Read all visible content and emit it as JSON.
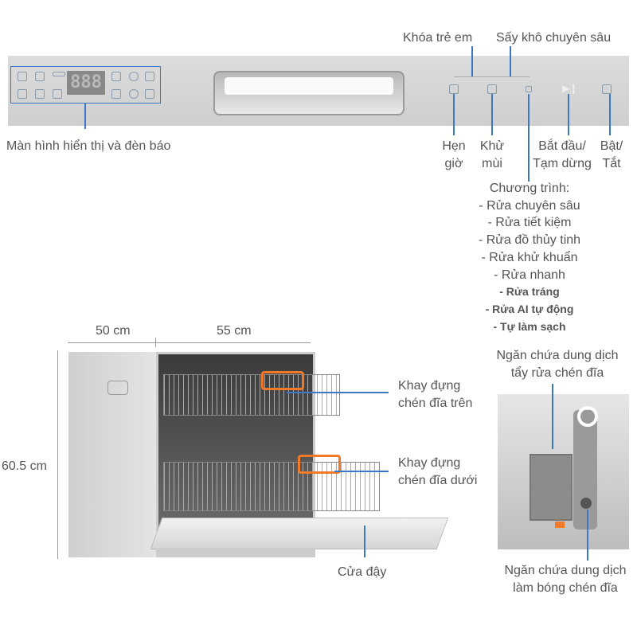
{
  "panel": {
    "display_digits": "888",
    "top_labels": {
      "child_lock": "Khóa trẻ em",
      "deep_dry": "Sấy khô chuyên sâu"
    },
    "display_label": "Màn hình hiển thị và đèn báo",
    "buttons": [
      {
        "line1": "Hẹn",
        "line2": "giờ"
      },
      {
        "line1": "Khử",
        "line2": "mùi"
      },
      {
        "line1": "Bắt đầu/",
        "line2": "Tạm dừng"
      },
      {
        "line1": "Bật/",
        "line2": "Tắt"
      }
    ],
    "programs_title": "Chương trình:",
    "programs": [
      "- Rửa chuyên sâu",
      "- Rửa tiết kiệm",
      "- Rửa đồ thủy tinh",
      "- Rửa khử khuẩn",
      "- Rửa nhanh",
      "- Rửa tráng",
      "- Rửa AI tự động",
      "- Tự làm sạch"
    ]
  },
  "dimensions": {
    "depth": "50 cm",
    "width": "55 cm",
    "height": "60.5 cm"
  },
  "callouts": {
    "upper_rack": [
      "Khay đựng",
      "chén đĩa trên"
    ],
    "lower_rack": [
      "Khay đựng",
      "chén đĩa dưới"
    ],
    "door": "Cửa đậy",
    "detergent": [
      "Ngăn chứa dung dịch",
      "tẩy rửa chén đĩa"
    ],
    "rinse_aid": [
      "Ngăn chứa dung dịch",
      "làm bóng chén đĩa"
    ]
  },
  "colors": {
    "accent": "#3b78c4",
    "orange": "#f07a2a"
  }
}
